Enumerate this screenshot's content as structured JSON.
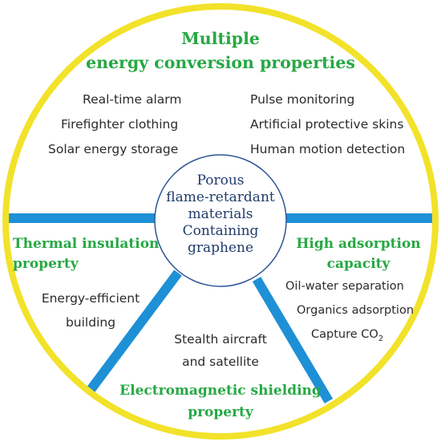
{
  "center": {
    "lines": [
      "Porous",
      "flame-retardant",
      "materials",
      "Containing",
      "graphene"
    ]
  },
  "sections": {
    "top": {
      "title_lines": [
        "Multiple",
        "energy conversion properties"
      ],
      "left_items": [
        "Real-time alarm",
        "Firefighter clothing",
        "Solar energy storage"
      ],
      "right_items": [
        "Pulse monitoring",
        "Artificial protective skins",
        "Human motion detection"
      ]
    },
    "left": {
      "title_lines": [
        "Thermal insulation",
        "property"
      ],
      "items": [
        "Energy-efficient",
        "building"
      ]
    },
    "right": {
      "title_lines": [
        "High adsorption",
        "capacity"
      ],
      "items": [
        "Oil-water separation",
        "Organics adsorption",
        "Capture CO"
      ],
      "co2_subscript": "2"
    },
    "bottom": {
      "title_lines": [
        "Electromagnetic shielding",
        "property"
      ],
      "items": [
        "Stealth aircraft",
        "and satellite"
      ]
    }
  },
  "colors": {
    "outer_ring": "#f2e22a",
    "spokes": "#1e90d6",
    "center_border": "#2f5597",
    "title_text": "#27a844",
    "center_text": "#1f3b6b",
    "body_text": "#2b2b2b"
  }
}
